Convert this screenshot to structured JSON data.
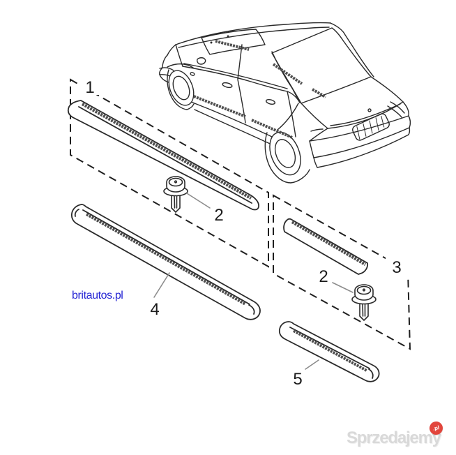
{
  "page": {
    "background": "#ffffff"
  },
  "diagram": {
    "labels": {
      "part1": "1",
      "part2_left": "2",
      "part2_right": "2",
      "part3": "3",
      "part4": "4",
      "part5": "5"
    }
  },
  "colors": {
    "line": "#2a2a2a",
    "dash": "#1f1f1f",
    "band": "#4f4f4f",
    "leader": "#8c8c8c",
    "label": "#1c1c1c",
    "britautos_blue": "#2424d4",
    "sprzedajemy_gray": "#d9d9d9",
    "badge_red": "#e2453c",
    "badge_text": "#ffffff"
  },
  "watermarks": {
    "britautos": {
      "text": "britautos.pl"
    },
    "sprzedajemy": {
      "text": "Sprzedajemy",
      "badge": ".pl"
    }
  }
}
